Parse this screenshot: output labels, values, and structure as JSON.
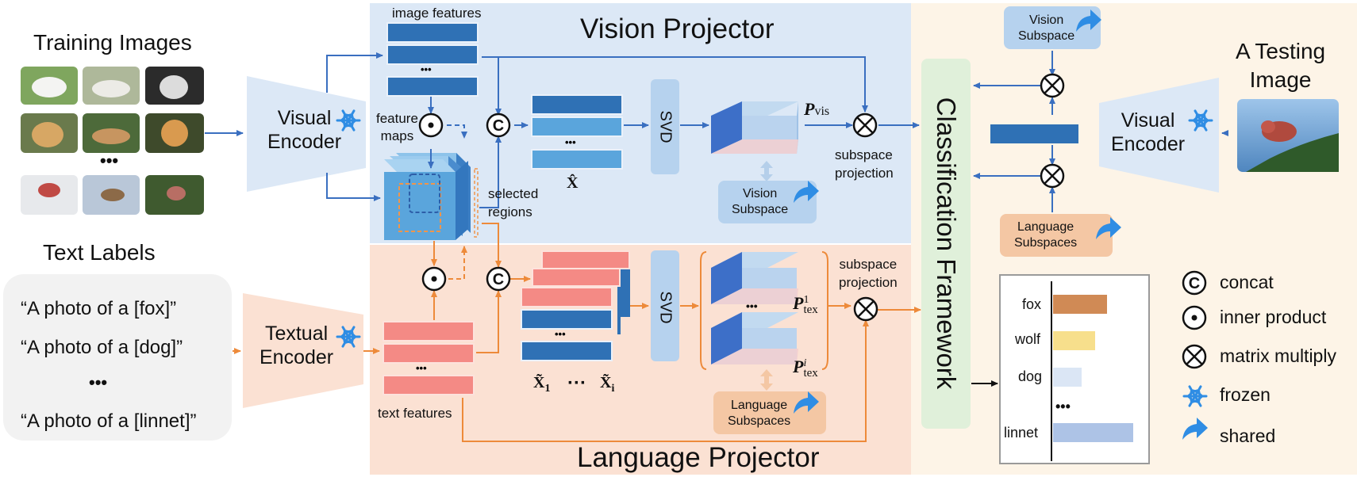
{
  "left": {
    "training_images_title": "Training Images",
    "ellipsis": "•••",
    "text_labels_title": "Text Labels",
    "labels": [
      "“A photo of a [fox]”",
      "“A photo of a [dog]”",
      "•••",
      "“A photo of a [linnet]”"
    ]
  },
  "encoders": {
    "visual": "Visual\nEncoder",
    "textual": "Textual\nEncoder",
    "test_visual": "Visual\nEncoder"
  },
  "vision_projector": {
    "title": "Vision Projector",
    "image_features": "image features",
    "feature_maps": "feature\nmaps",
    "selected_regions": "selected\nregions",
    "x_hat": "X̂",
    "svd": "SVD",
    "p_vis": "P",
    "p_vis_sub": "vis",
    "subspace_projection": "subspace\nprojection",
    "vision_subspace": "Vision\nSubspace",
    "ellipsis": "•••"
  },
  "language_projector": {
    "title": "Language Projector",
    "text_features": "text features",
    "x_tilde_1": "X̃",
    "x_tilde_1_sub": "1",
    "x_tilde_i": "X̃",
    "x_tilde_i_sub": "i",
    "middle_dots": "···",
    "svd": "SVD",
    "p_tex": "P",
    "p_tex_1_sup": "1",
    "p_tex_i_sup": "i",
    "p_tex_sub": "tex",
    "subspace_projection": "subspace\nprojection",
    "language_subspaces": "Language\nSubspaces",
    "ellipsis": "•••"
  },
  "classification": {
    "title": "Classification Framework",
    "testing_image_title": "A Testing\nImage",
    "vision_subspace": "Vision\nSubspace",
    "language_subspaces": "Language\nSubspaces",
    "result_categories": [
      "fox",
      "wolf",
      "dog",
      "•••",
      "linnet"
    ],
    "result_values": [
      0.62,
      0.48,
      0.33,
      null,
      0.92
    ],
    "result_colors": [
      "#d08a55",
      "#f7df8c",
      "#dbe6f5",
      null,
      "#adc3e6"
    ]
  },
  "legend": [
    {
      "symbol": "concat-icon",
      "label": "concat"
    },
    {
      "symbol": "inner-product-icon",
      "label": "inner product"
    },
    {
      "symbol": "matrix-multiply-icon",
      "label": "matrix multiply"
    },
    {
      "symbol": "snowflake-icon",
      "label": "frozen"
    },
    {
      "symbol": "shared-arrow-icon",
      "label": "shared"
    }
  ],
  "colors": {
    "vision_bg": "#dce8f6",
    "language_bg": "#fbe1d3",
    "class_bg": "#fdf4e7",
    "class_bar": "#e0f0da",
    "blue_arrow": "#3a6fc0",
    "orange_arrow": "#ed8a3a",
    "snowflake": "#2f8de4"
  }
}
